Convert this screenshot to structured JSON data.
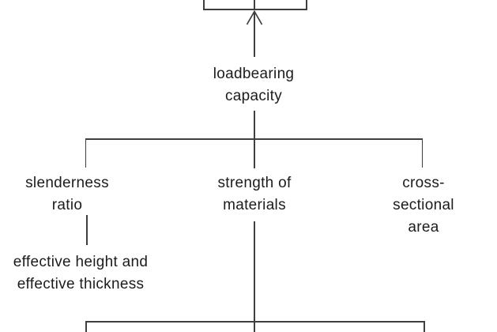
{
  "colors": {
    "background": "#ffffff",
    "line": "#3f3f3f",
    "text": "#1c1c1c"
  },
  "diagram": {
    "type": "flowchart",
    "top_box": {
      "label": ""
    },
    "root_node": {
      "label": "loadbearing\ncapacity"
    },
    "branches": [
      {
        "label": "slenderness\nratio"
      },
      {
        "label": "strength of\nmaterials"
      },
      {
        "label": "cross-sectional\narea"
      }
    ],
    "sub_branch": {
      "label": "effective height and\neffective thickness"
    },
    "bottom_box": {
      "label": ""
    }
  }
}
